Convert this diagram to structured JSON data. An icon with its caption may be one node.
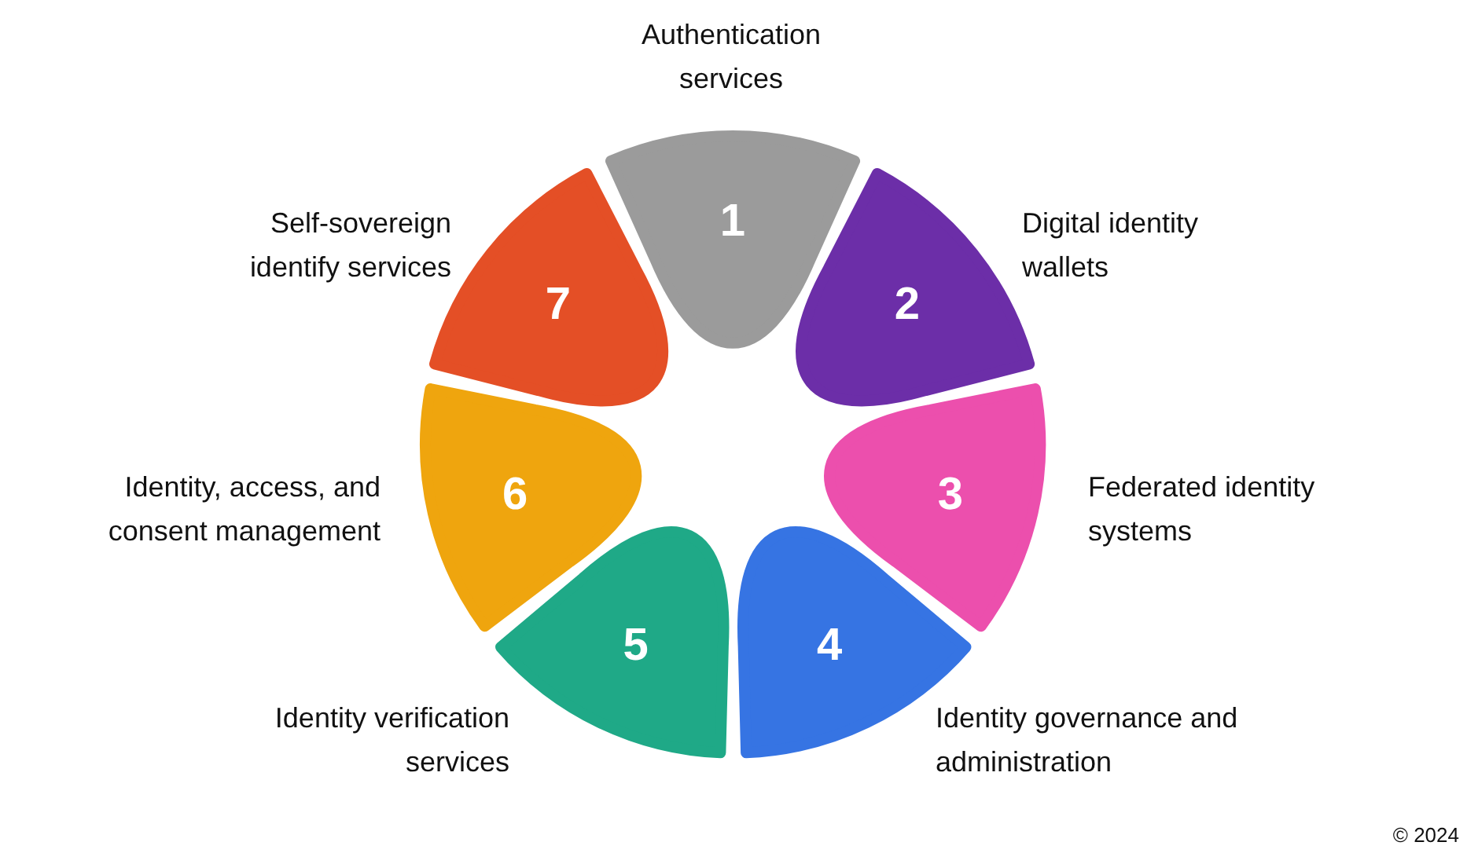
{
  "diagram": {
    "nodes": [
      {
        "text": [
          "1"
        ],
        "beside": [
          "Authentication services"
        ]
      },
      {
        "text": [
          "2"
        ],
        "beside": [
          "Digital identity wallets"
        ]
      },
      {
        "text": [
          "3"
        ],
        "beside": [
          "Federated identity systems"
        ]
      },
      {
        "text": [
          "4"
        ],
        "beside": [
          "Identity governance and administration"
        ]
      },
      {
        "text": [
          "5"
        ],
        "beside": [
          "Identity verification services"
        ]
      },
      {
        "text": [
          "6"
        ],
        "beside": [
          "Identity, access, and consent management"
        ]
      },
      {
        "text": [
          "7"
        ],
        "beside": [
          "Self-sovereign identify services"
        ]
      }
    ],
    "labels": [
      "© 2024"
    ]
  }
}
